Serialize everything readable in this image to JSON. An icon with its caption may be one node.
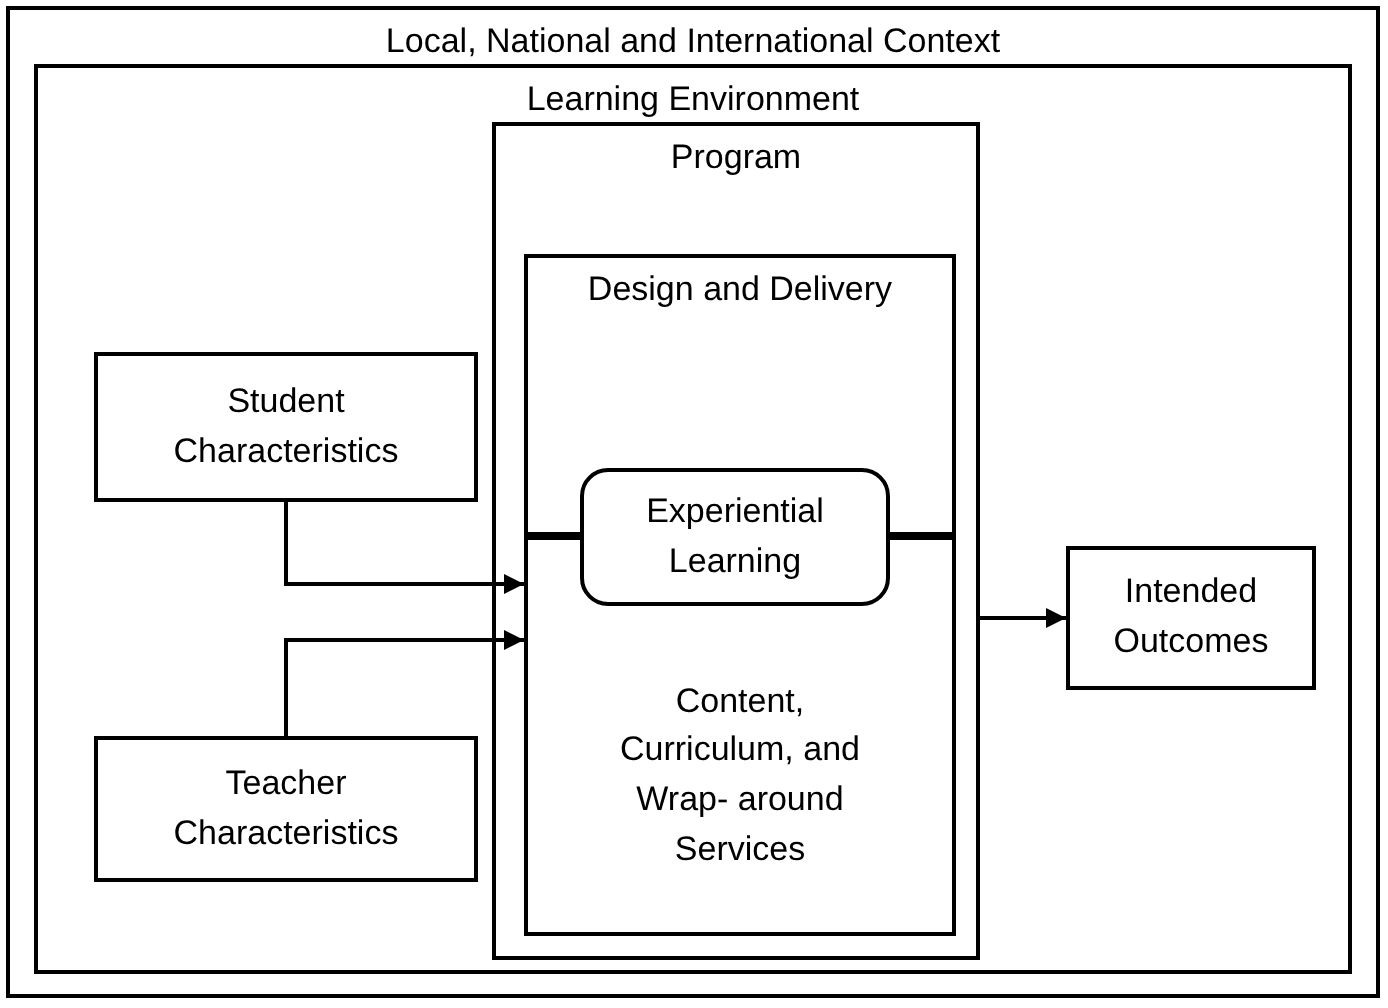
{
  "diagram": {
    "nodes": [
      {
        "text": [
          "Local, National and International Context"
        ]
      },
      {
        "text": [
          "Learning Environment"
        ],
        "in": 0
      },
      {
        "text": [
          "Student Characteristics"
        ],
        "in": 1
      },
      {
        "text": [
          "Teacher Characteristics"
        ],
        "in": 1
      },
      {
        "text": [
          "Program"
        ],
        "in": 1
      },
      {
        "text": [
          "Design and Delivery"
        ],
        "in": 4
      },
      {
        "text": [
          "Experiential Learning"
        ],
        "in": 4
      },
      {
        "text": [
          "Content, Curriculum, and Wrap- around Services"
        ],
        "in": 4
      },
      {
        "text": [
          "Intended Outcomes"
        ],
        "in": 1
      }
    ],
    "edges": [
      {
        "from": 2,
        "to": 7,
        "arrow": "to"
      },
      {
        "from": 3,
        "to": 7,
        "arrow": "to"
      },
      {
        "from": 4,
        "to": 8,
        "arrow": "to"
      }
    ]
  }
}
